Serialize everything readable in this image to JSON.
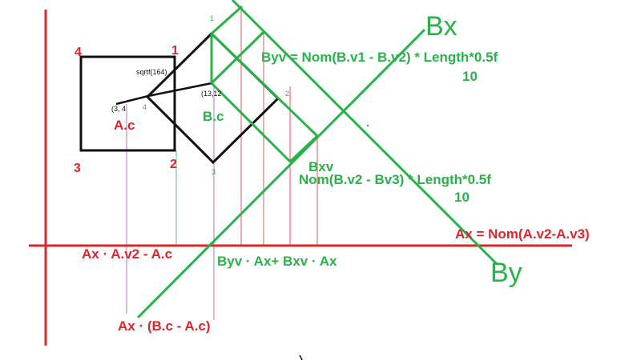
{
  "colors": {
    "red": "#e0242c",
    "green": "#2ab24a",
    "black": "#111111",
    "thin_red": "#e05a5a",
    "thin_green": "#5fc47a",
    "thin_purple": "#b07ab8",
    "thin_gray": "#6e8a78"
  },
  "box_a": {
    "corner_4": "4",
    "corner_1": "1",
    "corner_3": "3",
    "corner_2": "2",
    "center_coord": "(3, 4",
    "center_label": "A.c",
    "diagonal_label": "sqrtf(164)",
    "mid_index": "4"
  },
  "box_b": {
    "vertex_1": "1",
    "vertex_2": "2",
    "vertex_3": "3",
    "center_coord": "(13,12",
    "center_label": "B.c"
  },
  "axes": {
    "bx_label": "Bx",
    "by_label": "By",
    "bxv_label": "Bxv"
  },
  "formulas": {
    "byv_formula": "Byv = Nom(B.v1 - B.v2) * Length*0.5f",
    "byv_divisor": "10",
    "bxv_formula": "Nom(B.v2 - Bv3) * Length*0.5f",
    "bxv_divisor": "10",
    "ax_formula": "Ax = Nom(A.v2-A.v3)",
    "ax_dot_av2": "Ax · A.v2 - A.c",
    "projection_sum": "Byv · Ax+ Bxv · Ax",
    "ax_dot_center": "Ax · (B.c - A.c)"
  }
}
